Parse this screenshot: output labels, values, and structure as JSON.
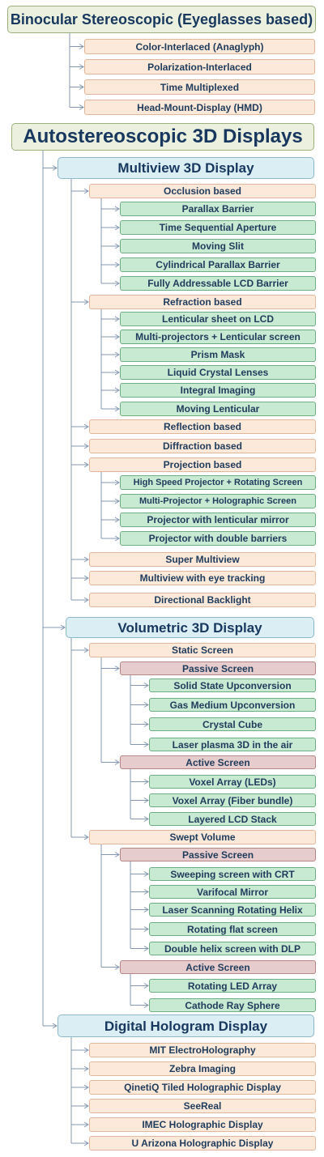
{
  "nodes": {
    "binocular": "Binocular Stereoscopic (Eyeglasses based)",
    "anaglyph": "Color-Interlaced (Anaglyph)",
    "polarization": "Polarization-Interlaced",
    "time_multiplexed": "Time Multiplexed",
    "hmd": "Head-Mount-Display (HMD)",
    "autostereo": "Autostereoscopic 3D Displays",
    "multiview": "Multiview 3D Display",
    "occlusion": "Occlusion based",
    "parallax_barrier": "Parallax Barrier",
    "time_seq_aperture": "Time Sequential Aperture",
    "moving_slit": "Moving Slit",
    "cyl_parallax": "Cylindrical Parallax Barrier",
    "fully_lcd": "Fully Addressable LCD Barrier",
    "refraction": "Refraction based",
    "lenticular_lcd": "Lenticular sheet on LCD",
    "multiproj_lent": "Multi-projectors + Lenticular screen",
    "prism_mask": "Prism Mask",
    "lc_lenses": "Liquid Crystal Lenses",
    "integral": "Integral Imaging",
    "moving_lent": "Moving Lenticular",
    "reflection": "Reflection based",
    "diffraction": "Diffraction based",
    "projection": "Projection based",
    "hs_proj": "High Speed Projector + Rotating Screen",
    "mp_holo": "Multi-Projector + Holographic Screen",
    "proj_lent_mirror": "Projector with lenticular mirror",
    "proj_double": "Projector with double barriers",
    "super_mv": "Super Multiview",
    "mv_eye": "Multiview with eye tracking",
    "dir_backlight": "Directional Backlight",
    "volumetric": "Volumetric 3D Display",
    "static_screen": "Static Screen",
    "passive1": "Passive Screen",
    "solid_state": "Solid State Upconversion",
    "gas_medium": "Gas Medium Upconversion",
    "crystal_cube": "Crystal Cube",
    "laser_plasma": "Laser plasma 3D in the air",
    "active1": "Active Screen",
    "voxel_led": "Voxel Array (LEDs)",
    "voxel_fiber": "Voxel Array (Fiber bundle)",
    "layered_lcd": "Layered LCD Stack",
    "swept": "Swept Volume",
    "passive2": "Passive Screen",
    "sweep_crt": "Sweeping screen with CRT",
    "varifocal": "Varifocal Mirror",
    "laser_helix": "Laser Scanning Rotating Helix",
    "rot_flat": "Rotating flat screen",
    "double_helix": "Double helix screen with DLP",
    "active2": "Active Screen",
    "rot_led": "Rotating LED Array",
    "crt_sphere": "Cathode Ray Sphere",
    "hologram": "Digital Hologram Display",
    "mit": "MIT ElectroHolography",
    "zebra": "Zebra Imaging",
    "qinetiq": "QinetiQ Tiled Holographic Display",
    "seereal": "SeeReal",
    "imec": "IMEC Holographic Display",
    "arizona": "U Arizona Holographic Display"
  },
  "colors": {
    "root_fill": "#ebf1de",
    "category_fill": "#daeef3",
    "peach_fill": "#fde9d9",
    "green_fill": "#c9ead2",
    "rose_fill": "#e6cccc",
    "text": "#17375e",
    "connector": "#8497b0"
  }
}
